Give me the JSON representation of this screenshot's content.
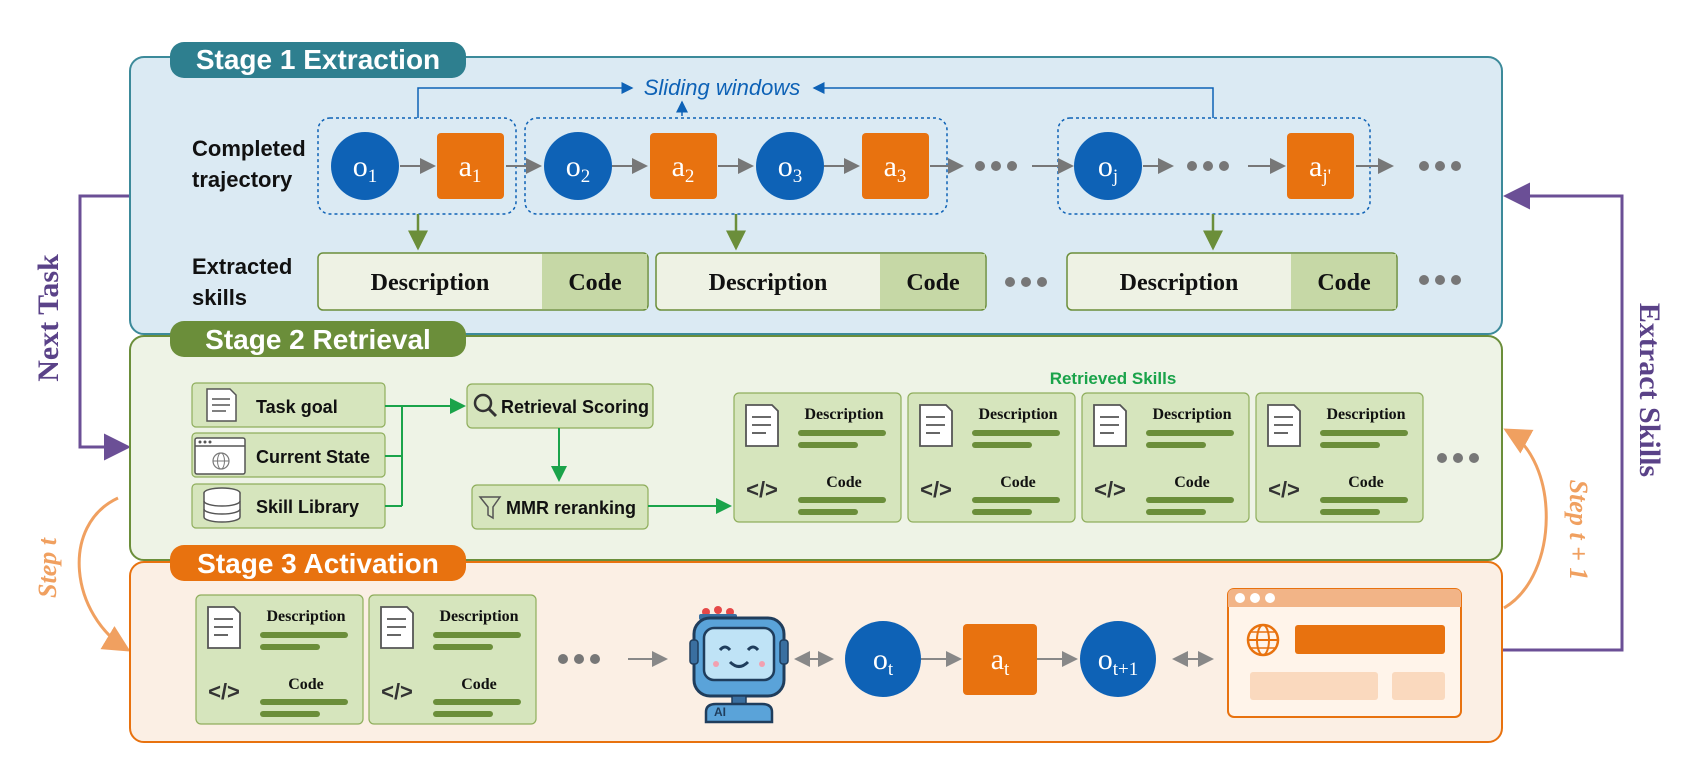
{
  "stages": {
    "s1": {
      "title": "Stage 1 Extraction"
    },
    "s2": {
      "title": "Stage 2 Retrieval"
    },
    "s3": {
      "title": "Stage 3 Activation"
    }
  },
  "side": {
    "next_task": "Next Task",
    "extract_skills": "Extract Skills",
    "step_t": "Step t",
    "step_t1": "Step t + 1"
  },
  "extraction": {
    "trajectory_label_1": "Completed",
    "trajectory_label_2": "trajectory",
    "skills_label_1": "Extracted",
    "skills_label_2": "skills",
    "sliding_windows": "Sliding windows",
    "nodes": [
      {
        "base": "o",
        "sub": "1"
      },
      {
        "base": "a",
        "sub": "1"
      },
      {
        "base": "o",
        "sub": "2"
      },
      {
        "base": "a",
        "sub": "2"
      },
      {
        "base": "o",
        "sub": "3"
      },
      {
        "base": "a",
        "sub": "3"
      },
      {
        "base": "o",
        "sub": "j"
      },
      {
        "base": "a",
        "sub": "j'"
      }
    ],
    "skill_description": "Description",
    "skill_code": "Code"
  },
  "retrieval": {
    "inputs": [
      "Task goal",
      "Current State",
      "Skill Library"
    ],
    "scoring": "Retrieval Scoring",
    "reranking": "MMR reranking",
    "retrieved_title": "Retrieved Skills",
    "card_description": "Description",
    "card_code": "Code"
  },
  "activation": {
    "card_description": "Description",
    "card_code": "Code",
    "robot_label": "AI",
    "nodes": [
      {
        "base": "o",
        "sub": "t"
      },
      {
        "base": "a",
        "sub": "t"
      },
      {
        "base": "o",
        "sub": "t+1"
      }
    ]
  },
  "colors": {
    "blue": "#0e62b6",
    "orange": "#e8720f",
    "teal": "#2e7f8f",
    "olive": "#6b8e3a",
    "purple": "#6b4f96",
    "green_arrow": "#1aa34a"
  }
}
